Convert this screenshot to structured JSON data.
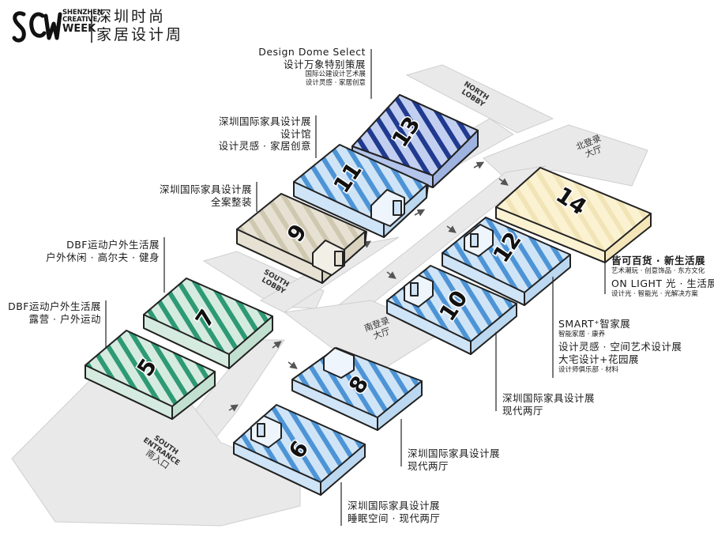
{
  "logo": {
    "mark": "SCW",
    "en_lines": [
      "SHENZHEN",
      "CREATIVE",
      "WEEK"
    ],
    "cn_line1": "深圳时尚",
    "cn_line2": "家居设计周"
  },
  "areas": {
    "north_lobby": [
      "NORTH",
      "LOBBY"
    ],
    "north_hall": [
      "北登录",
      "大厅"
    ],
    "south_lobby": [
      "SOUTH",
      "LOBBY"
    ],
    "south_hall": [
      "南登录",
      "大厅"
    ],
    "south_entrance": [
      "SOUTH",
      "ENTRANCE",
      "南入口"
    ]
  },
  "halls": {
    "h5": "5",
    "h6": "6",
    "h7": "7",
    "h8": "8",
    "h9": "9",
    "h10": "10",
    "h11": "11",
    "h12": "12",
    "h13": "13",
    "h14": "14"
  },
  "labels": {
    "h13": [
      "Design Dome Select",
      "设计万象特别策展",
      "国际公建设计艺术展",
      "设计灵感 · 家居创意"
    ],
    "h11": [
      "深圳国际家具设计展",
      "设计馆",
      "设计灵感 · 家居创意"
    ],
    "h9": [
      "深圳国际家具设计展",
      "全案整装"
    ],
    "h7": [
      "DBF运动户外生活展",
      "户外休闲 · 高尔夫 · 健身"
    ],
    "h5": [
      "DBF运动户外生活展",
      "露营 · 户外运动"
    ],
    "h14": [
      "皆可百货 · 新生活展",
      "艺术潮玩 · 创意饰品 · 东方文化",
      "ON LIGHT 光 · 生活展",
      "设计光 · 智能光 · 光解决方案"
    ],
    "h12": [
      "SMART⁺智家展",
      "智能家居 · 康养",
      "设计灵感 · 空间艺术设计展",
      "大宅设计+花园展",
      "设计师俱乐部 · 材料"
    ],
    "h10": [
      "深圳国际家具设计展",
      "现代两厅"
    ],
    "h8": [
      "深圳国际家具设计展",
      "现代两厅"
    ],
    "h6": [
      "深圳国际家具设计展",
      "睡眠空间 · 现代两厅"
    ]
  },
  "colors": {
    "blue_fill": "#cfe4f6",
    "blue_stripe": "#4d94d6",
    "navy_fill": "#c2cff0",
    "navy_stripe": "#1f3a8f",
    "green_fill": "#d5ebe0",
    "green_stripe": "#2e9a75",
    "beige_fill": "#e6e1d2",
    "beige_stripe": "#b8b095",
    "cream_fill": "#fbf2d2",
    "cream_stripe": "#ead9a0",
    "corridor": "#e9e9e9",
    "outline": "#222222"
  }
}
